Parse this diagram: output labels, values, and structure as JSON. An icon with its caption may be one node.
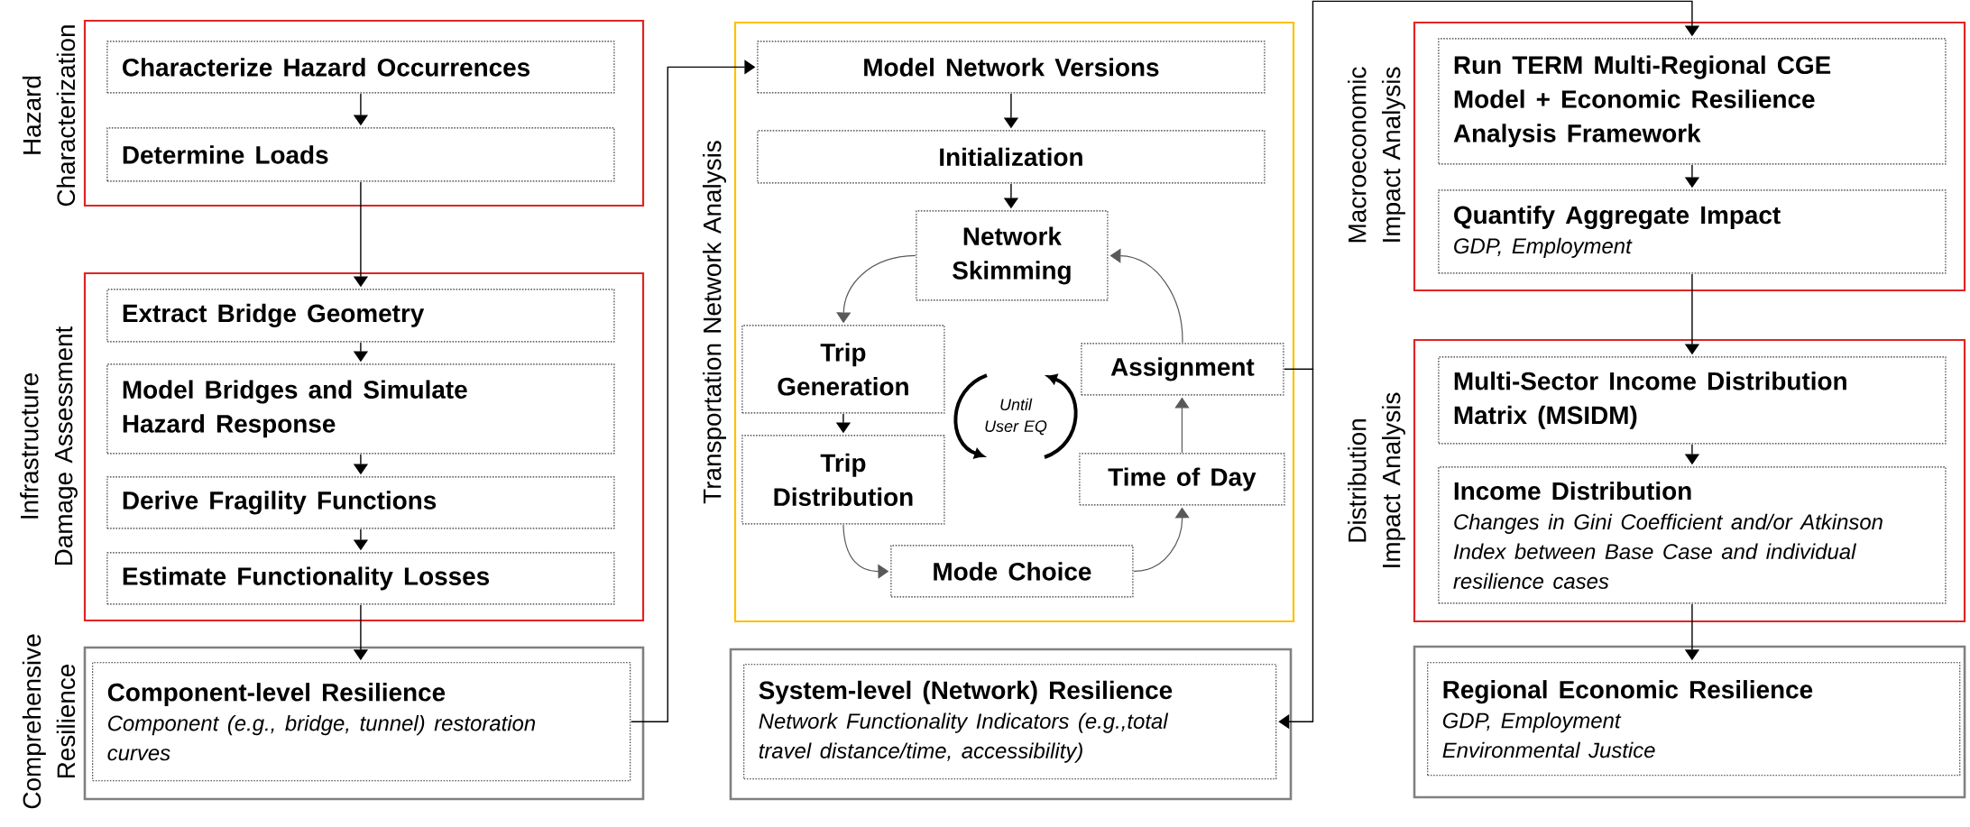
{
  "diagram": {
    "nodes": [
      {
        "text": [
          "Hazard Characterization"
        ]
      },
      {
        "text": [
          "Characterize Hazard Occurrences"
        ],
        "in": 0
      },
      {
        "text": [
          "Determine Loads"
        ],
        "in": 0
      },
      {
        "text": [
          "Infrastructure Damage Assessment"
        ]
      },
      {
        "text": [
          "Extract Bridge Geometry"
        ],
        "in": 3
      },
      {
        "text": [
          "Model Bridges and Simulate Hazard Response"
        ],
        "in": 3
      },
      {
        "text": [
          "Derive Fragility Functions"
        ],
        "in": 3
      },
      {
        "text": [
          "Estimate Functionality Losses"
        ],
        "in": 3
      },
      {
        "text": [
          "Comprehensive Resilience"
        ]
      },
      {
        "text": [
          "Component-level Resilience",
          "Component (e.g., bridge, tunnel) restoration curves"
        ],
        "in": 8
      },
      {
        "text": [
          "Transportation Network Analysis"
        ]
      },
      {
        "text": [
          "Model Network Versions"
        ],
        "in": 10
      },
      {
        "text": [
          "Initialization"
        ],
        "in": 10
      },
      {
        "text": [
          "Network Skimming"
        ],
        "in": 10
      },
      {
        "text": [
          "Trip Generation"
        ],
        "in": 10
      },
      {
        "text": [
          "Trip Distribution"
        ],
        "in": 10
      },
      {
        "text": [
          "Mode Choice"
        ],
        "in": 10
      },
      {
        "text": [
          "Time of Day"
        ],
        "in": 10
      },
      {
        "text": [
          "Assignment"
        ],
        "in": 10
      },
      {
        "text": [],
        "shape": "box"
      },
      {
        "text": [
          "System-level (Network) Resilience",
          "Network Functionality Indicators (e.g.,total travel distance/time, accessibility)"
        ],
        "in": 19
      },
      {
        "text": [
          "Macroeconomic Impact Analysis"
        ]
      },
      {
        "text": [
          "Run TERM Multi-Regional CGE Model + Economic Resilience Analysis Framework"
        ],
        "in": 21
      },
      {
        "text": [
          "Quantify Aggregate Impact",
          "GDP, Employment"
        ],
        "in": 21
      },
      {
        "text": [
          "Distribution Impact Analysis"
        ]
      },
      {
        "text": [
          "Multi-Sector Income Distribution Matrix (MSIDM)"
        ],
        "in": 24
      },
      {
        "text": [
          "Income Distribution",
          "Changes in Gini Coefficient and/or Atkinson Index between Base Case and individual resilience cases"
        ],
        "in": 24
      },
      {
        "text": [],
        "shape": "box"
      },
      {
        "text": [
          "Regional Economic Resilience",
          "GDP, Employment",
          "Environmental Justice"
        ],
        "in": 27
      }
    ],
    "edges": [
      {
        "from": 1,
        "to": 2,
        "arrow": "to"
      },
      {
        "from": 2,
        "to": 4,
        "arrow": "to"
      },
      {
        "from": 4,
        "to": 5,
        "arrow": "to"
      },
      {
        "from": 5,
        "to": 6,
        "arrow": "to"
      },
      {
        "from": 6,
        "to": 7,
        "arrow": "to"
      },
      {
        "from": 7,
        "to": 9,
        "arrow": "to"
      },
      {
        "from": 9,
        "to": 11,
        "arrow": "to"
      },
      {
        "from": 11,
        "to": 12,
        "arrow": "to"
      },
      {
        "from": 12,
        "to": 13,
        "arrow": "to"
      },
      {
        "from": 13,
        "to": 14,
        "arrow": "to",
        "color": "#595959"
      },
      {
        "from": 14,
        "to": 15,
        "arrow": "to"
      },
      {
        "from": 15,
        "to": 16,
        "arrow": "to",
        "color": "#595959"
      },
      {
        "from": 16,
        "to": 17,
        "arrow": "to",
        "color": "#595959"
      },
      {
        "from": 17,
        "to": 18,
        "arrow": "to",
        "color": "#595959"
      },
      {
        "from": 18,
        "to": 13,
        "arrow": "to",
        "color": "#595959"
      },
      {
        "from": 18,
        "to": 22,
        "arrow": "to"
      },
      {
        "from": 18,
        "to": 20,
        "arrow": "to"
      },
      {
        "from": 22,
        "to": 23,
        "arrow": "to"
      },
      {
        "from": 23,
        "to": 25,
        "arrow": "to"
      },
      {
        "from": 25,
        "to": 26,
        "arrow": "to"
      },
      {
        "from": 26,
        "to": 28,
        "arrow": "to"
      }
    ],
    "labels": [
      "Until User EQ"
    ]
  }
}
